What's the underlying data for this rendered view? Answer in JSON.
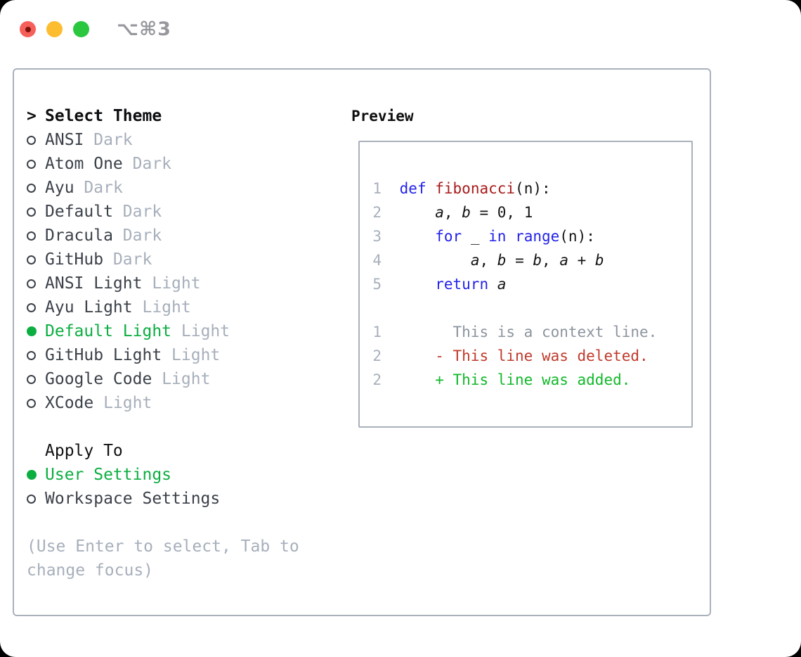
{
  "titlebar": {
    "title": "⌥⌘3"
  },
  "traffic_lights": [
    {
      "name": "close",
      "color": "#f7605a",
      "has_dot": true
    },
    {
      "name": "minimize",
      "color": "#fdbd30",
      "has_dot": false
    },
    {
      "name": "zoom",
      "color": "#2ac73f",
      "has_dot": false
    }
  ],
  "panel": {
    "select_theme": {
      "prompt": ">",
      "title": "Select Theme"
    },
    "themes": [
      {
        "name": "ANSI",
        "variant": "Dark",
        "selected": false
      },
      {
        "name": "Atom One",
        "variant": "Dark",
        "selected": false
      },
      {
        "name": "Ayu",
        "variant": "Dark",
        "selected": false
      },
      {
        "name": "Default",
        "variant": "Dark",
        "selected": false
      },
      {
        "name": "Dracula",
        "variant": "Dark",
        "selected": false
      },
      {
        "name": "GitHub",
        "variant": "Dark",
        "selected": false
      },
      {
        "name": "ANSI Light",
        "variant": "Light",
        "selected": false
      },
      {
        "name": "Ayu Light",
        "variant": "Light",
        "selected": false
      },
      {
        "name": "Default Light",
        "variant": "Light",
        "selected": true
      },
      {
        "name": "GitHub Light",
        "variant": "Light",
        "selected": false
      },
      {
        "name": "Google Code",
        "variant": "Light",
        "selected": false
      },
      {
        "name": "XCode",
        "variant": "Light",
        "selected": false
      }
    ],
    "apply_to": {
      "title": "Apply To",
      "options": [
        {
          "label": "User Settings",
          "selected": true
        },
        {
          "label": "Workspace Settings",
          "selected": false
        }
      ]
    },
    "help_text": "(Use Enter to select, Tab to change focus)"
  },
  "preview": {
    "title": "Preview",
    "lines": [
      {
        "num": "1",
        "tokens": [
          [
            "def",
            "kw"
          ],
          [
            " ",
            ""
          ],
          [
            "fibonacci",
            "fn"
          ],
          [
            "(n):",
            ""
          ]
        ]
      },
      {
        "num": "2",
        "tokens": [
          [
            "    ",
            ""
          ],
          [
            "a",
            "v"
          ],
          [
            ", ",
            ""
          ],
          [
            "b",
            "v"
          ],
          [
            " = 0, 1",
            ""
          ]
        ]
      },
      {
        "num": "3",
        "tokens": [
          [
            "    ",
            ""
          ],
          [
            "for",
            "kw"
          ],
          [
            " _ ",
            ""
          ],
          [
            "in",
            "kw"
          ],
          [
            " ",
            ""
          ],
          [
            "range",
            "kw"
          ],
          [
            "(n):",
            ""
          ]
        ]
      },
      {
        "num": "4",
        "tokens": [
          [
            "        ",
            ""
          ],
          [
            "a",
            "v"
          ],
          [
            ", ",
            ""
          ],
          [
            "b",
            "v"
          ],
          [
            " = ",
            ""
          ],
          [
            "b",
            "v"
          ],
          [
            ", ",
            ""
          ],
          [
            "a",
            "v"
          ],
          [
            " + ",
            ""
          ],
          [
            "b",
            "v"
          ]
        ]
      },
      {
        "num": "5",
        "tokens": [
          [
            "    ",
            ""
          ],
          [
            "return",
            "kw"
          ],
          [
            " ",
            ""
          ],
          [
            "a",
            "v"
          ]
        ]
      },
      {
        "num": "",
        "tokens": []
      },
      {
        "num": "1",
        "tokens": [
          [
            "      This is a context line.",
            "ctx"
          ]
        ]
      },
      {
        "num": "2",
        "tokens": [
          [
            "    - This line was deleted.",
            "del"
          ]
        ]
      },
      {
        "num": "2",
        "tokens": [
          [
            "    + This line was added.",
            "add"
          ]
        ]
      }
    ]
  },
  "colors": {
    "accent_green": "#0cae41",
    "keyword_blue": "#2222ea",
    "function_red": "#a81a1a",
    "diff_red": "#c0392b",
    "diff_green": "#11b92a",
    "context_gray": "#8c949e",
    "muted_gray": "#a7afbb",
    "text_charcoal": "#3b4149",
    "border_gray": "#a9b1bb",
    "traffic_red": "#f7605a",
    "traffic_yellow": "#fdbd30",
    "traffic_green": "#2ac73f"
  }
}
